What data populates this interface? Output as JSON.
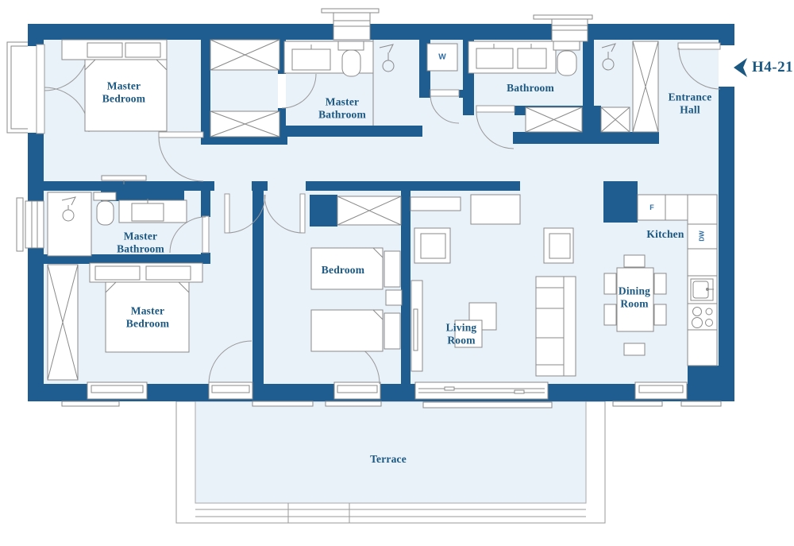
{
  "unit": {
    "tag": "H4-21"
  },
  "colors": {
    "wall": "#1f5c90",
    "floor": "#e9f1f9",
    "label_text": "#1a5781",
    "appliance_text": "#2f6da3",
    "furniture_outline": "#8a8a8a",
    "terrace_outline": "#9a9a9a"
  },
  "rooms": {
    "master_bedroom_top": "Master Bedroom",
    "master_bathroom_top": "Master Bathroom",
    "bathroom": "Bathroom",
    "entrance_hall": "Entrance Hall",
    "master_bathroom_left": "Master Bathroom",
    "master_bedroom_bottom": "Master Bedroom",
    "bedroom": "Bedroom",
    "living_room": "Living Room",
    "dining_room": "Dining Room",
    "kitchen": "Kitchen",
    "terrace": "Terrace"
  },
  "appliances": {
    "washer": "W",
    "fridge": "F",
    "dishwasher": "DW"
  }
}
